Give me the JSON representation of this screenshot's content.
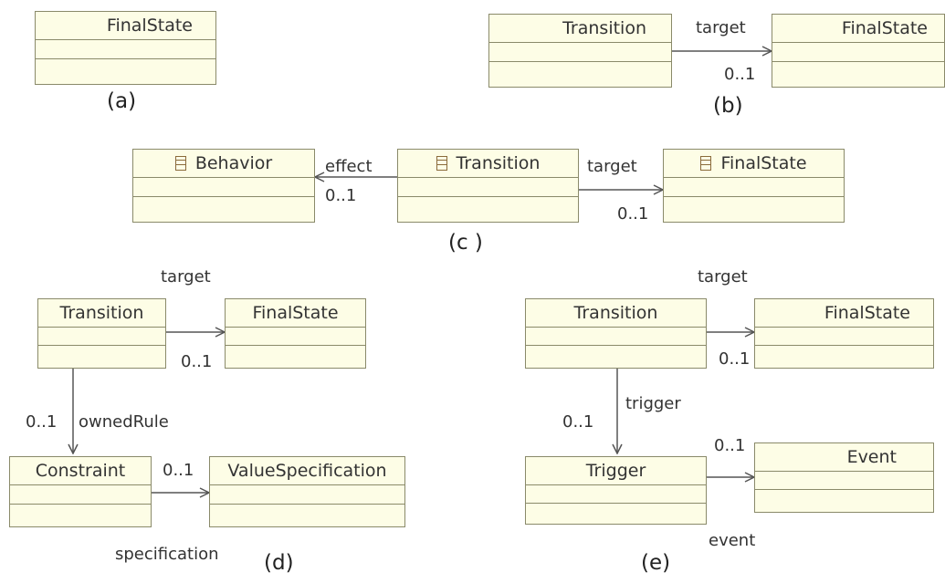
{
  "classes": {
    "a_finalstate": "FinalState",
    "b_transition": "Transition",
    "b_finalstate": "FinalState",
    "c_behavior": "Behavior",
    "c_transition": "Transition",
    "c_finalstate": "FinalState",
    "d_transition": "Transition",
    "d_finalstate": "FinalState",
    "d_constraint": "Constraint",
    "d_valuespec": "ValueSpecification",
    "e_transition": "Transition",
    "e_finalstate": "FinalState",
    "e_trigger": "Trigger",
    "e_event": "Event"
  },
  "labels": {
    "target": "target",
    "effect": "effect",
    "ownedRule": "ownedRule",
    "specification": "specification",
    "trigger": "trigger",
    "event": "event",
    "mult": "0..1"
  },
  "captions": {
    "a": "(a)",
    "b": "(b)",
    "c": "(c )",
    "d": "(d)",
    "e": "(e)"
  },
  "icons": {
    "class_icon": "class-compartment-icon"
  },
  "colors": {
    "fill": "#fdfde6",
    "border": "#8a8a6a",
    "edge": "#555555",
    "icon": "#8a6a3a"
  }
}
